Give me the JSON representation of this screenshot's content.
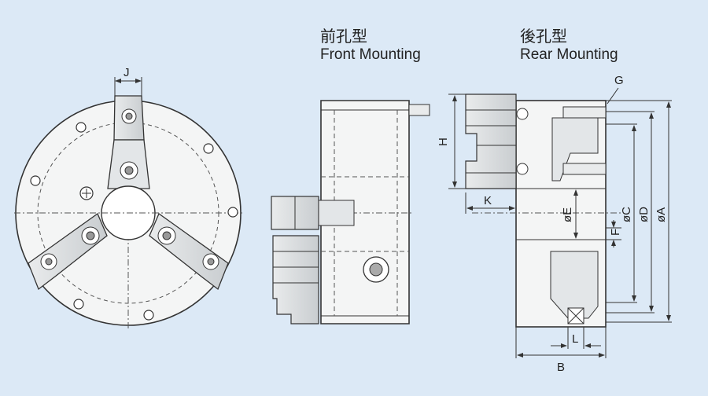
{
  "front": {
    "title_cn": "前孔型",
    "title_en": "Front Mounting"
  },
  "rear": {
    "title_cn": "後孔型",
    "title_en": "Rear Mounting"
  },
  "labels": {
    "J": "J",
    "G": "G",
    "H": "H",
    "K": "K",
    "E": "øE",
    "C": "øC",
    "D": "øD",
    "A": "øA",
    "F": "F",
    "L": "L",
    "B": "B"
  },
  "colors": {
    "background": "#dce9f6",
    "body_fill": "#f4f5f5",
    "line": "#333333"
  }
}
